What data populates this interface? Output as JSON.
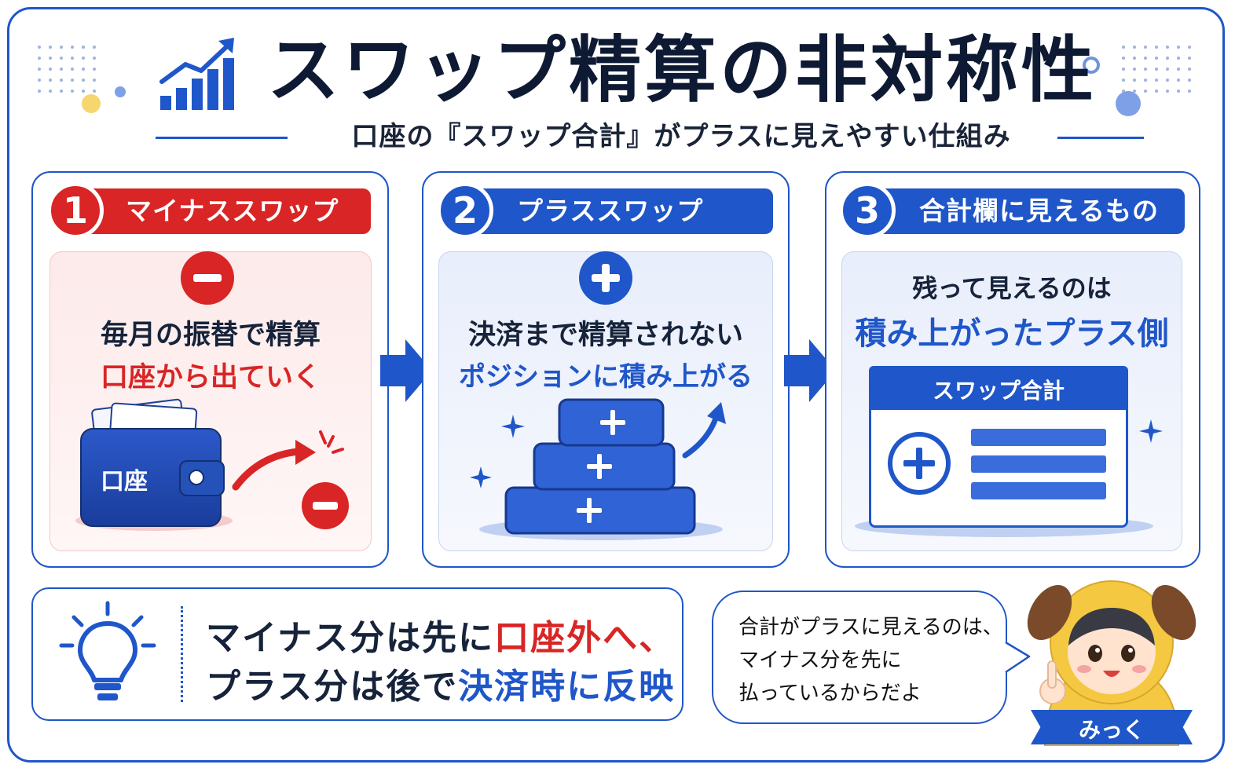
{
  "header": {
    "title": "スワップ精算の非対称性",
    "subtitle": "口座の『スワップ合計』がプラスに見えやすい仕組み"
  },
  "steps": [
    {
      "number": "1",
      "title": "マイナススワップ",
      "line1": "毎月の振替で精算",
      "line2": "口座から出ていく",
      "wallet_label": "口座"
    },
    {
      "number": "2",
      "title": "プラススワップ",
      "line1": "決済まで精算されない",
      "line2": "ポジションに積み上がる"
    },
    {
      "number": "3",
      "title": "合計欄に見えるもの",
      "line1": "残って見えるのは",
      "line2": "積み上がったプラス側",
      "panel_title": "スワップ合計"
    }
  ],
  "summary": {
    "line1_a": "マイナス分は先に",
    "line1_b": "口座外へ、",
    "line2_a": "プラス分は後で",
    "line2_b": "決済時に反映"
  },
  "speech": {
    "lines": [
      "合計がプラスに見えるのは、",
      "マイナス分を先に",
      "払っているからだよ"
    ]
  },
  "character": {
    "name": "みっく"
  },
  "colors": {
    "blue": "#1f56c9",
    "red": "#d92525",
    "navy": "#0e1a33",
    "yellow": "#f5c842"
  }
}
